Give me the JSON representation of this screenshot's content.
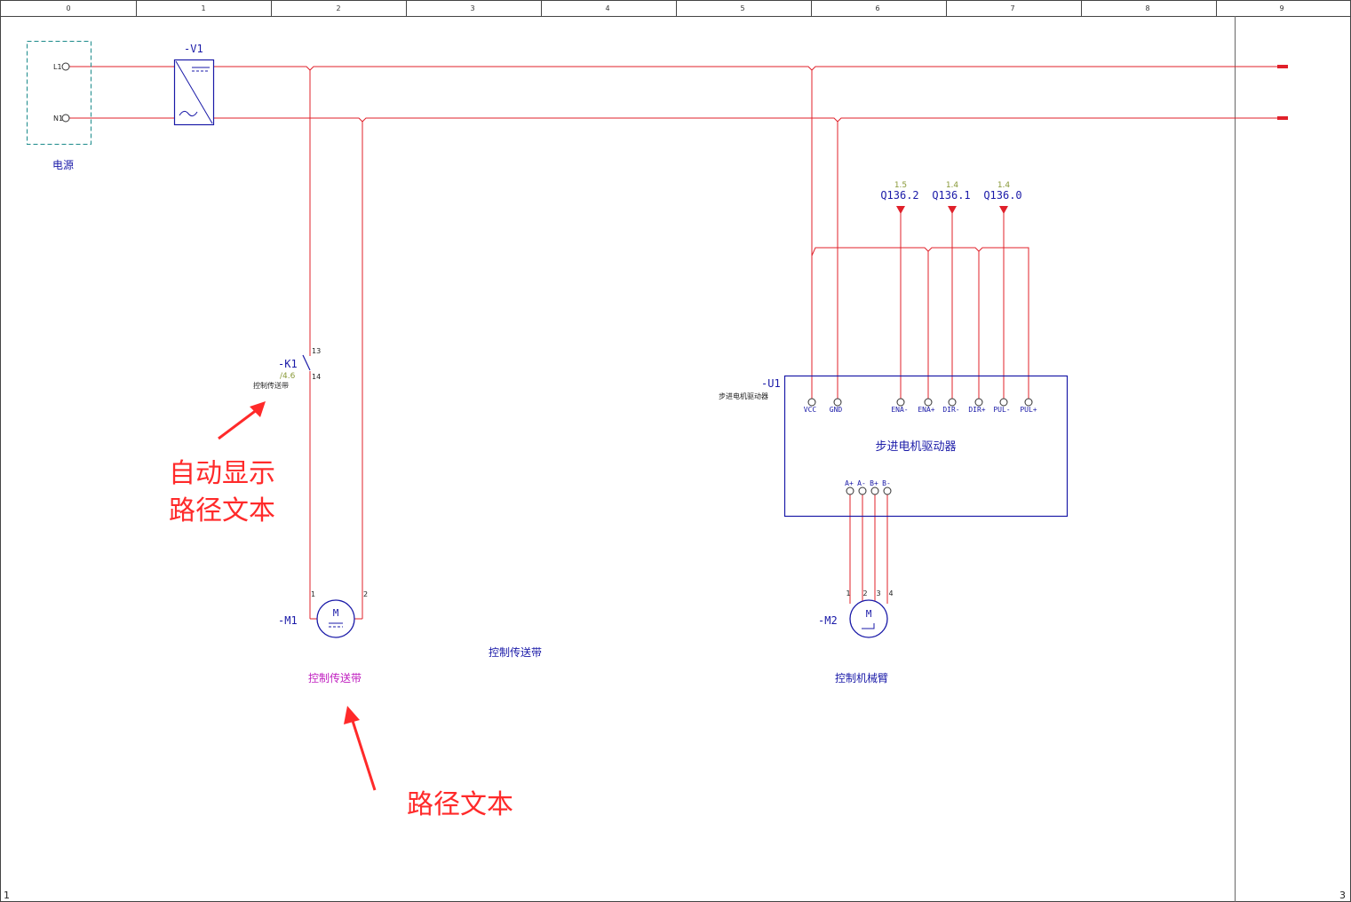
{
  "frame": {
    "columns": [
      "0",
      "1",
      "2",
      "3",
      "4",
      "5",
      "6",
      "7",
      "8",
      "9"
    ],
    "corner_left": "1",
    "corner_right": "3"
  },
  "power": {
    "terminal_l": "L1",
    "terminal_n": "N1",
    "label": "电源"
  },
  "converter": {
    "tag": "-V1"
  },
  "relay": {
    "tag": "-K1",
    "pin_top": "13",
    "pin_bottom": "14",
    "ref": "/4.6",
    "path_text": "控制传送带"
  },
  "motor1": {
    "tag": "-M1",
    "symbol": "M",
    "pin_left": "1",
    "pin_right": "2",
    "path_text": "控制传送带"
  },
  "middle_label": "控制传送带",
  "signals": [
    {
      "ref": "1.5",
      "address": "Q136.2"
    },
    {
      "ref": "1.4",
      "address": "Q136.1"
    },
    {
      "ref": "1.4",
      "address": "Q136.0"
    }
  ],
  "driver": {
    "tag": "-U1",
    "desc": "步进电机驱动器",
    "title": "步进电机驱动器",
    "top_pins": [
      "VCC",
      "GND",
      "ENA-",
      "ENA+",
      "DIR-",
      "DIR+",
      "PUL-",
      "PUL+"
    ],
    "bottom_pins": [
      "A+",
      "A-",
      "B+",
      "B-"
    ]
  },
  "motor2": {
    "tag": "-M2",
    "symbol": "M",
    "pins": [
      "1",
      "2",
      "3",
      "4"
    ],
    "label": "控制机械臂"
  },
  "annotations": {
    "auto_line1": "自动显示",
    "auto_line2": "路径文本",
    "path": "路径文本"
  },
  "colors": {
    "wire": "#e0202a",
    "symbol": "#1a1aa8",
    "annotation": "#ff2a2a",
    "path_text": "#c020c0",
    "frame": "#444444"
  }
}
